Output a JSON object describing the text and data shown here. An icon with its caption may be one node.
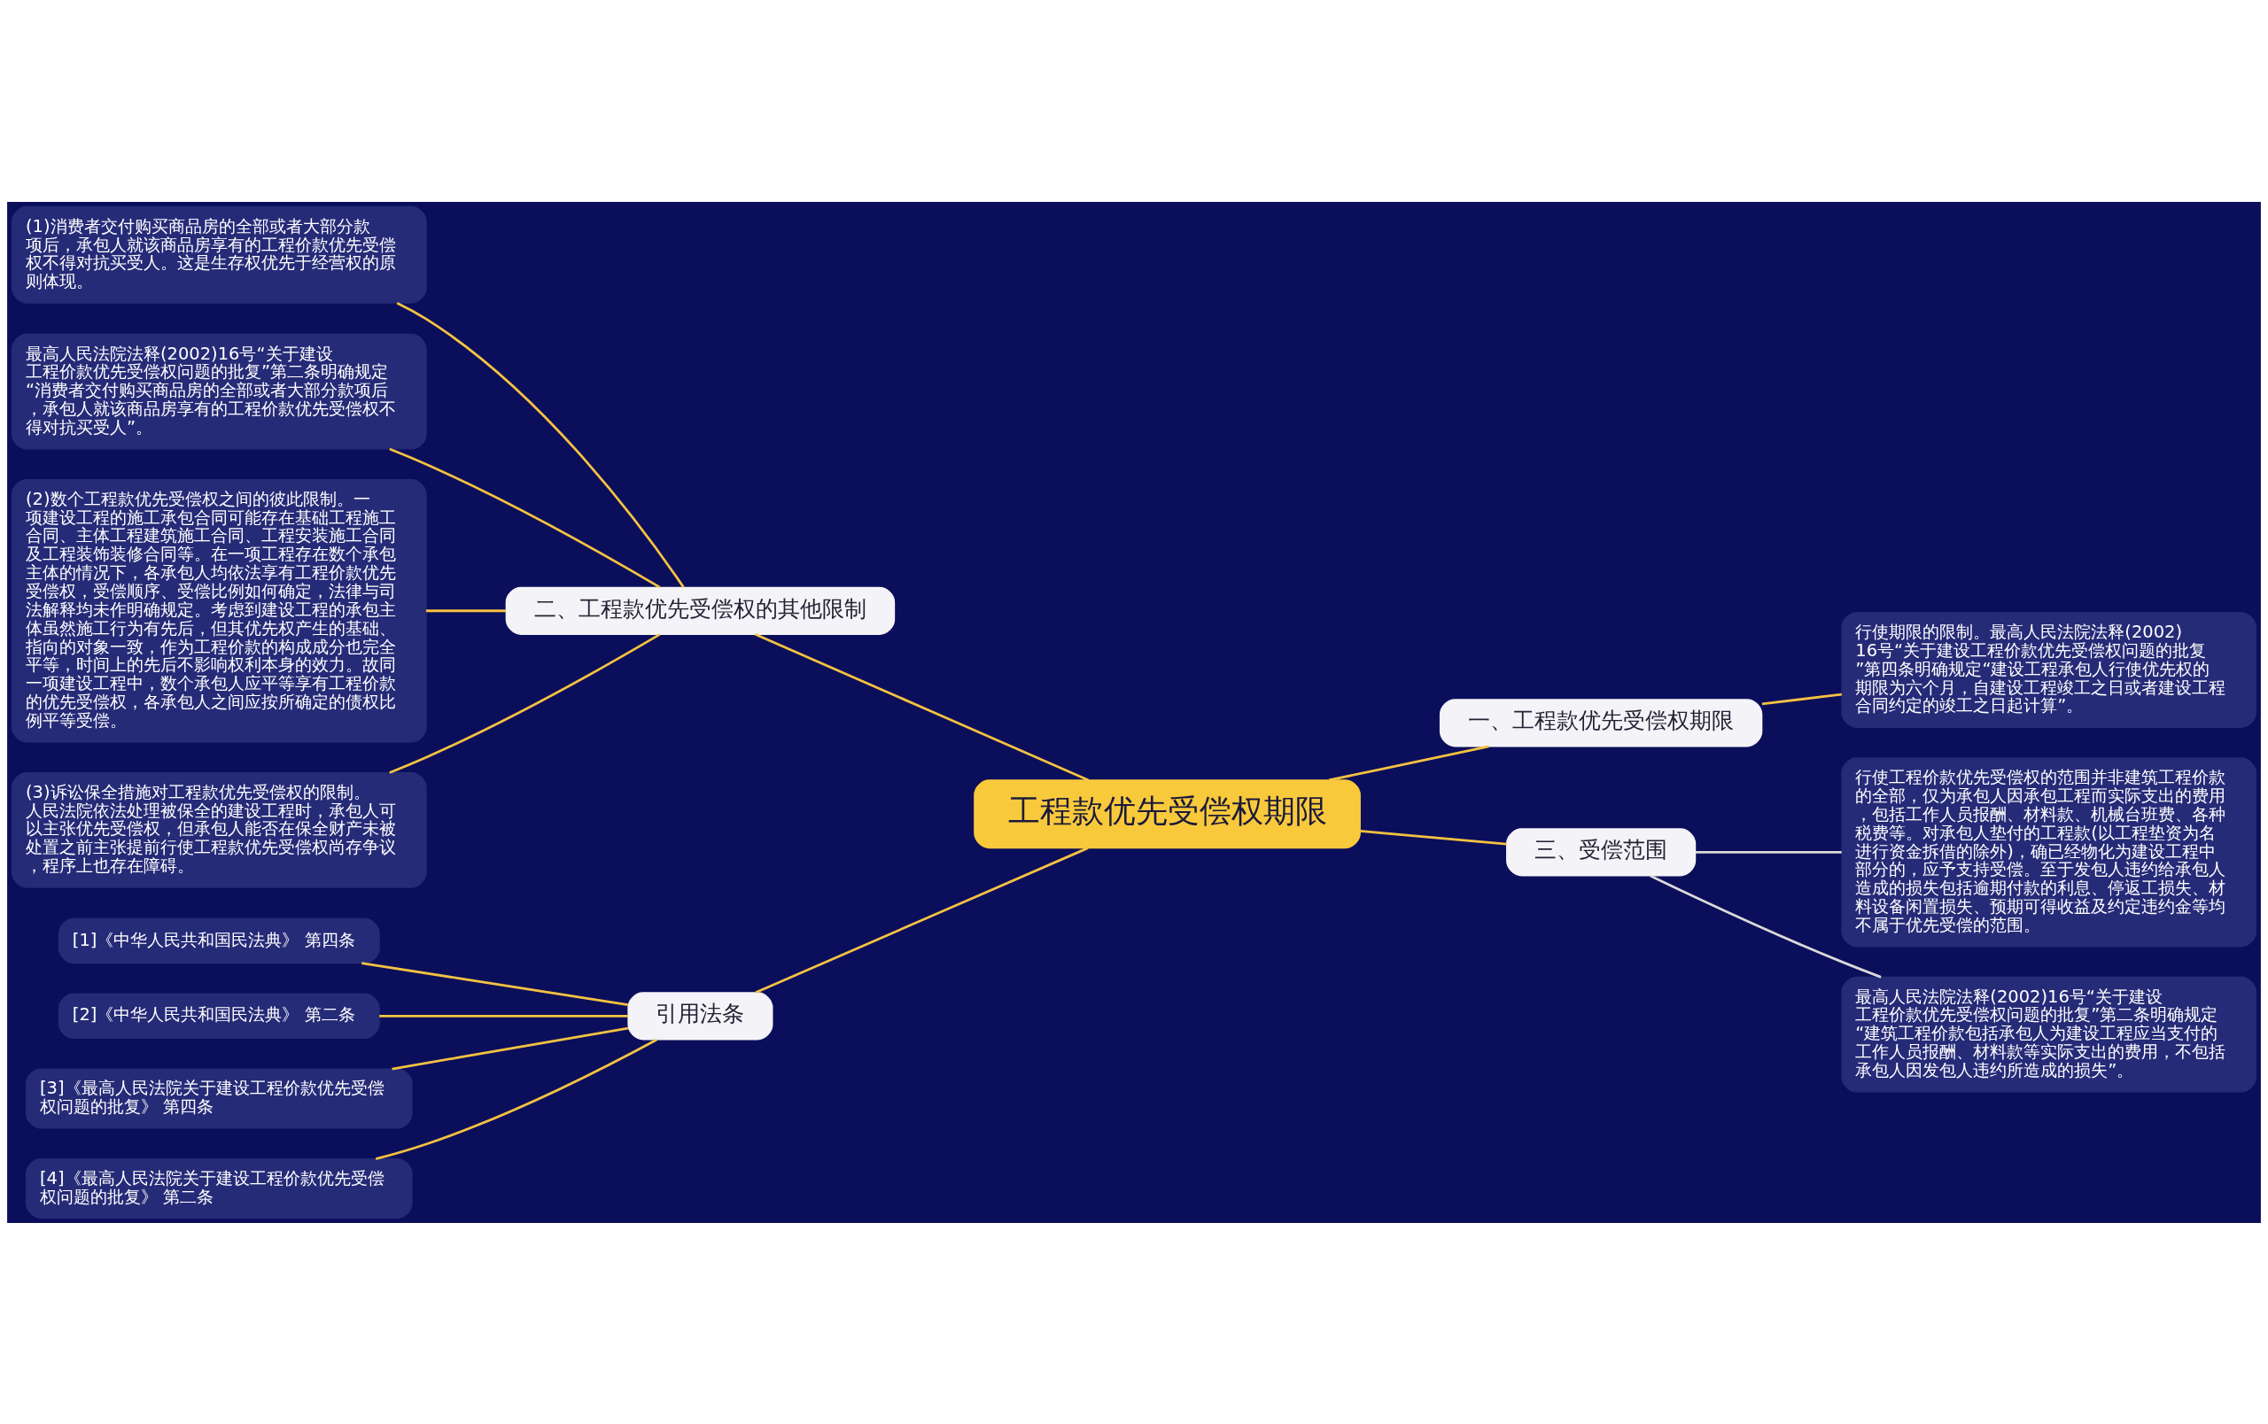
{
  "diagram": {
    "nodes": [
      {
        "text": [
          "工程款优先受偿权期限"
        ]
      },
      {
        "text": [
          "二、工程款优先受偿权的其他限制"
        ]
      },
      {
        "text": [
          "(1)消费者交付购买商品房的全部或者大部分款项后，承包人就该商品房享有的工程价款优先受偿权不得对抗买受人。这是生存权优先于经营权的原则体现。"
        ]
      },
      {
        "text": [
          "最高人民法院法释(2002)16号“关于建设工程价款优先受偿权问题的批复”第二条明确规定“消费者交付购买商品房的全部或者大部分款项后，承包人就该商品房享有的工程价款优先受偿权不得对抗买受人”。"
        ]
      },
      {
        "text": [
          "(2)数个工程款优先受偿权之间的彼此限制。一项建设工程的施工承包合同可能存在基础工程施工合同、主体工程建筑施工合同、工程安装施工合同及工程装饰装修合同等。在一项工程存在数个承包主体的情况下，各承包人均依法享有工程价款优先受偿权，受偿顺序、受偿比例如何确定，法律与司法解释均未作明确规定。考虑到建设工程的承包主体虽然施工行为有先后，但其优先权产生的基础、指向的对象一致，作为工程价款的构成成分也完全平等，时间上的先后不影响权利本身的效力。故同一项建设工程中，数个承包人应平等享有工程价款的优先受偿权，各承包人之间应按所确定的债权比例平等受偿。"
        ]
      },
      {
        "text": [
          "(3)诉讼保全措施对工程款优先受偿权的限制。人民法院依法处理被保全的建设工程时，承包人可以主张优先受偿权，但承包人能否在保全财产未被处置之前主张提前行使工程款优先受偿权尚存争议，程序上也存在障碍。"
        ]
      },
      {
        "text": [
          "一、工程款优先受偿权期限"
        ]
      },
      {
        "text": [
          "行使期限的限制。最高人民法院法释(2002)16号“关于建设工程价款优先受偿权问题的批复”第四条明确规定“建设工程承包人行使优先权的期限为六个月，自建设工程竣工之日或者建设工程合同约定的竣工之日起计算”。"
        ]
      },
      {
        "text": [
          "三、受偿范围"
        ]
      },
      {
        "text": [
          "行使工程价款优先受偿权的范围并非建筑工程价款的全部，仅为承包人因承包工程而实际支出的费用，包括工作人员报酬、材料款、机械台班费、各种税费等。对承包人垫付的工程款(以工程垫资为名进行资金拆借的除外)，确已经物化为建设工程中部分的，应予支持受偿。至于发包人违约给承包人造成的损失包括逾期付款的利息、停返工损失、材料设备闲置损失、预期可得收益及约定违约金等均不属于优先受偿的范围。"
        ]
      },
      {
        "text": [
          "最高人民法院法释(2002)16号“关于建设工程价款优先受偿权问题的批复”第二条明确规定“建筑工程价款包括承包人为建设工程应当支付的工作人员报酬、材料款等实际支出的费用，不包括承包人因发包人违约所造成的损失”。"
        ]
      },
      {
        "text": [
          "引用法条"
        ]
      },
      {
        "text": [
          "[1]《中华人民共和国民法典》 第四条"
        ]
      },
      {
        "text": [
          "[2]《中华人民共和国民法典》 第二条"
        ]
      },
      {
        "text": [
          "[3]《最高人民法院关于建设工程价款优先受偿权问题的批复》 第四条"
        ]
      },
      {
        "text": [
          "[4]《最高人民法院关于建设工程价款优先受偿权问题的批复》 第二条"
        ]
      }
    ],
    "edges": [
      {
        "from": 0,
        "to": 1,
        "arrow": "none"
      },
      {
        "from": 1,
        "to": 2,
        "arrow": "none"
      },
      {
        "from": 1,
        "to": 3,
        "arrow": "none"
      },
      {
        "from": 1,
        "to": 4,
        "arrow": "none"
      },
      {
        "from": 1,
        "to": 5,
        "arrow": "none"
      },
      {
        "from": 0,
        "to": 6,
        "arrow": "none"
      },
      {
        "from": 6,
        "to": 7,
        "arrow": "none"
      },
      {
        "from": 0,
        "to": 8,
        "arrow": "none"
      },
      {
        "from": 8,
        "to": 9,
        "arrow": "none",
        "color": "#d9d9d9"
      },
      {
        "from": 8,
        "to": 10,
        "arrow": "none",
        "color": "#d9d9d9"
      },
      {
        "from": 0,
        "to": 11,
        "arrow": "none"
      },
      {
        "from": 11,
        "to": 12,
        "arrow": "none"
      },
      {
        "from": 11,
        "to": 13,
        "arrow": "none"
      },
      {
        "from": 11,
        "to": 14,
        "arrow": "none"
      },
      {
        "from": 11,
        "to": 15,
        "arrow": "none"
      }
    ]
  }
}
